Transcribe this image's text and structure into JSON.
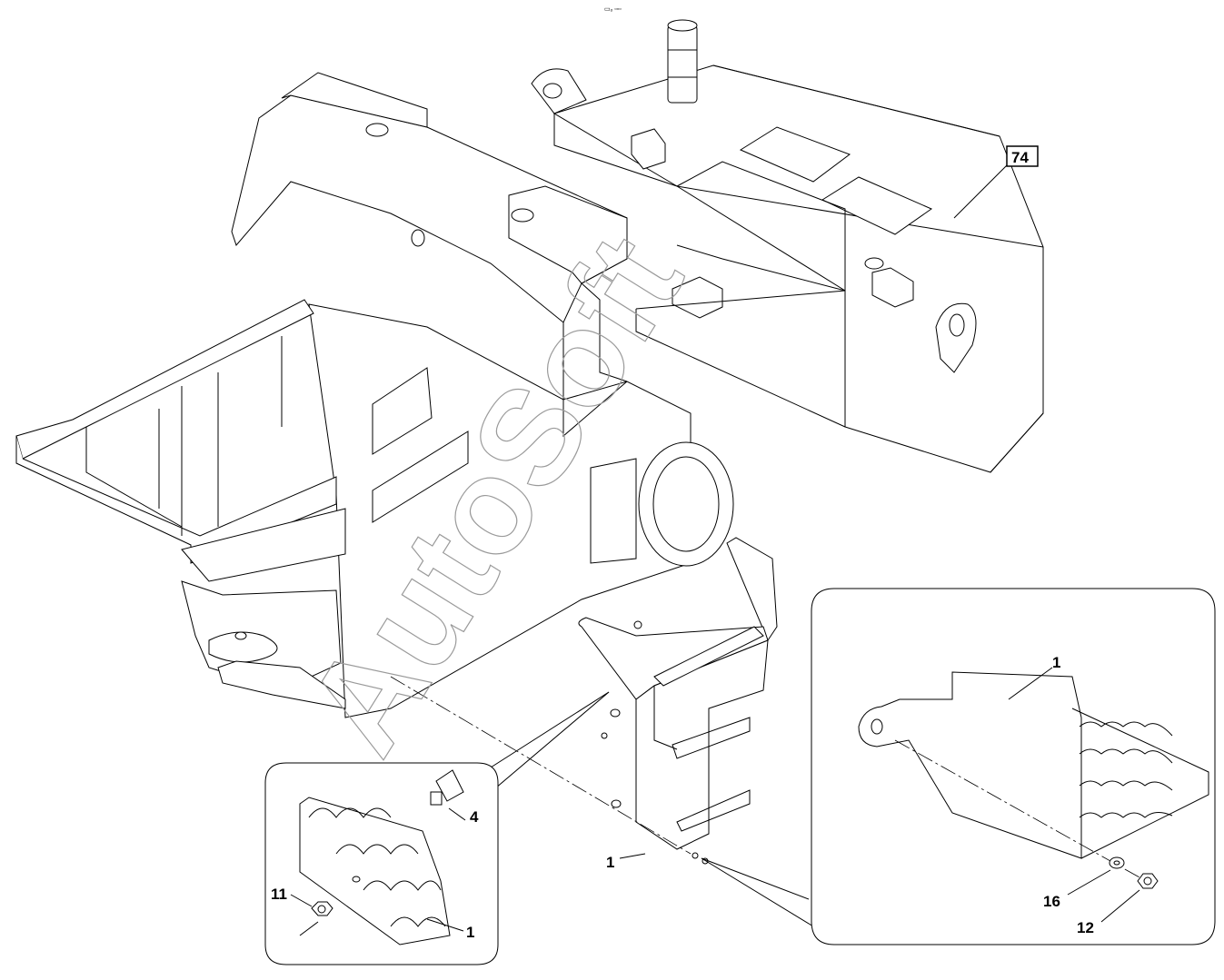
{
  "diagram": {
    "header_code": "▭ₒ ▫▫▫",
    "watermark": "AutoSoft",
    "callouts": {
      "ref_74": "74",
      "step_main": "1",
      "nut_11": "11",
      "bumper_4": "4",
      "step_detail_left": "1",
      "step_detail_right": "1",
      "washer_16": "16",
      "nut_12": "12"
    }
  }
}
